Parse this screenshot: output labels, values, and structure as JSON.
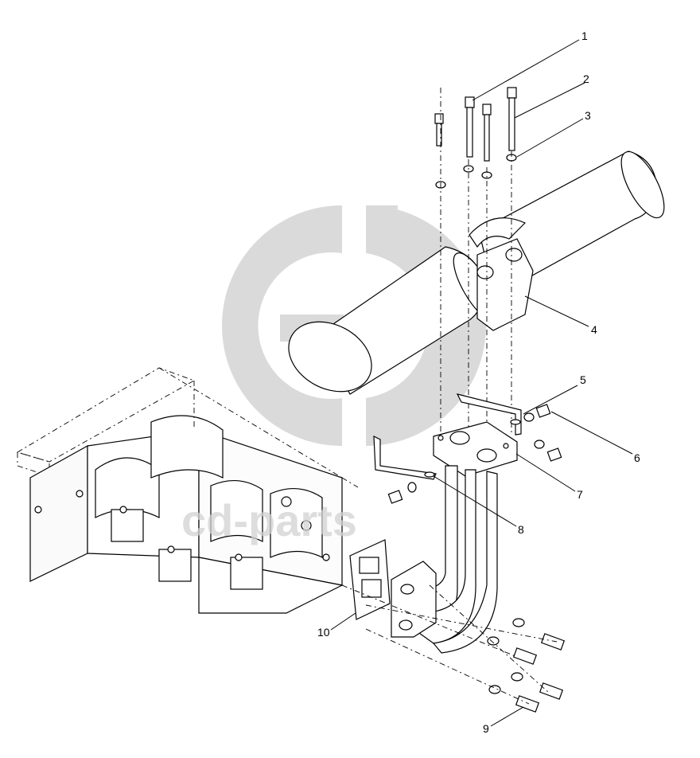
{
  "diagram": {
    "callouts": [
      {
        "id": "1",
        "label": "1"
      },
      {
        "id": "2",
        "label": "2"
      },
      {
        "id": "3",
        "label": "3"
      },
      {
        "id": "4",
        "label": "4"
      },
      {
        "id": "5",
        "label": "5"
      },
      {
        "id": "6",
        "label": "6"
      },
      {
        "id": "7",
        "label": "7"
      },
      {
        "id": "8",
        "label": "8"
      },
      {
        "id": "9",
        "label": "9"
      },
      {
        "id": "10",
        "label": "10"
      }
    ]
  },
  "watermark": {
    "text": "cd-parts",
    "color": "#d2d2d2"
  }
}
